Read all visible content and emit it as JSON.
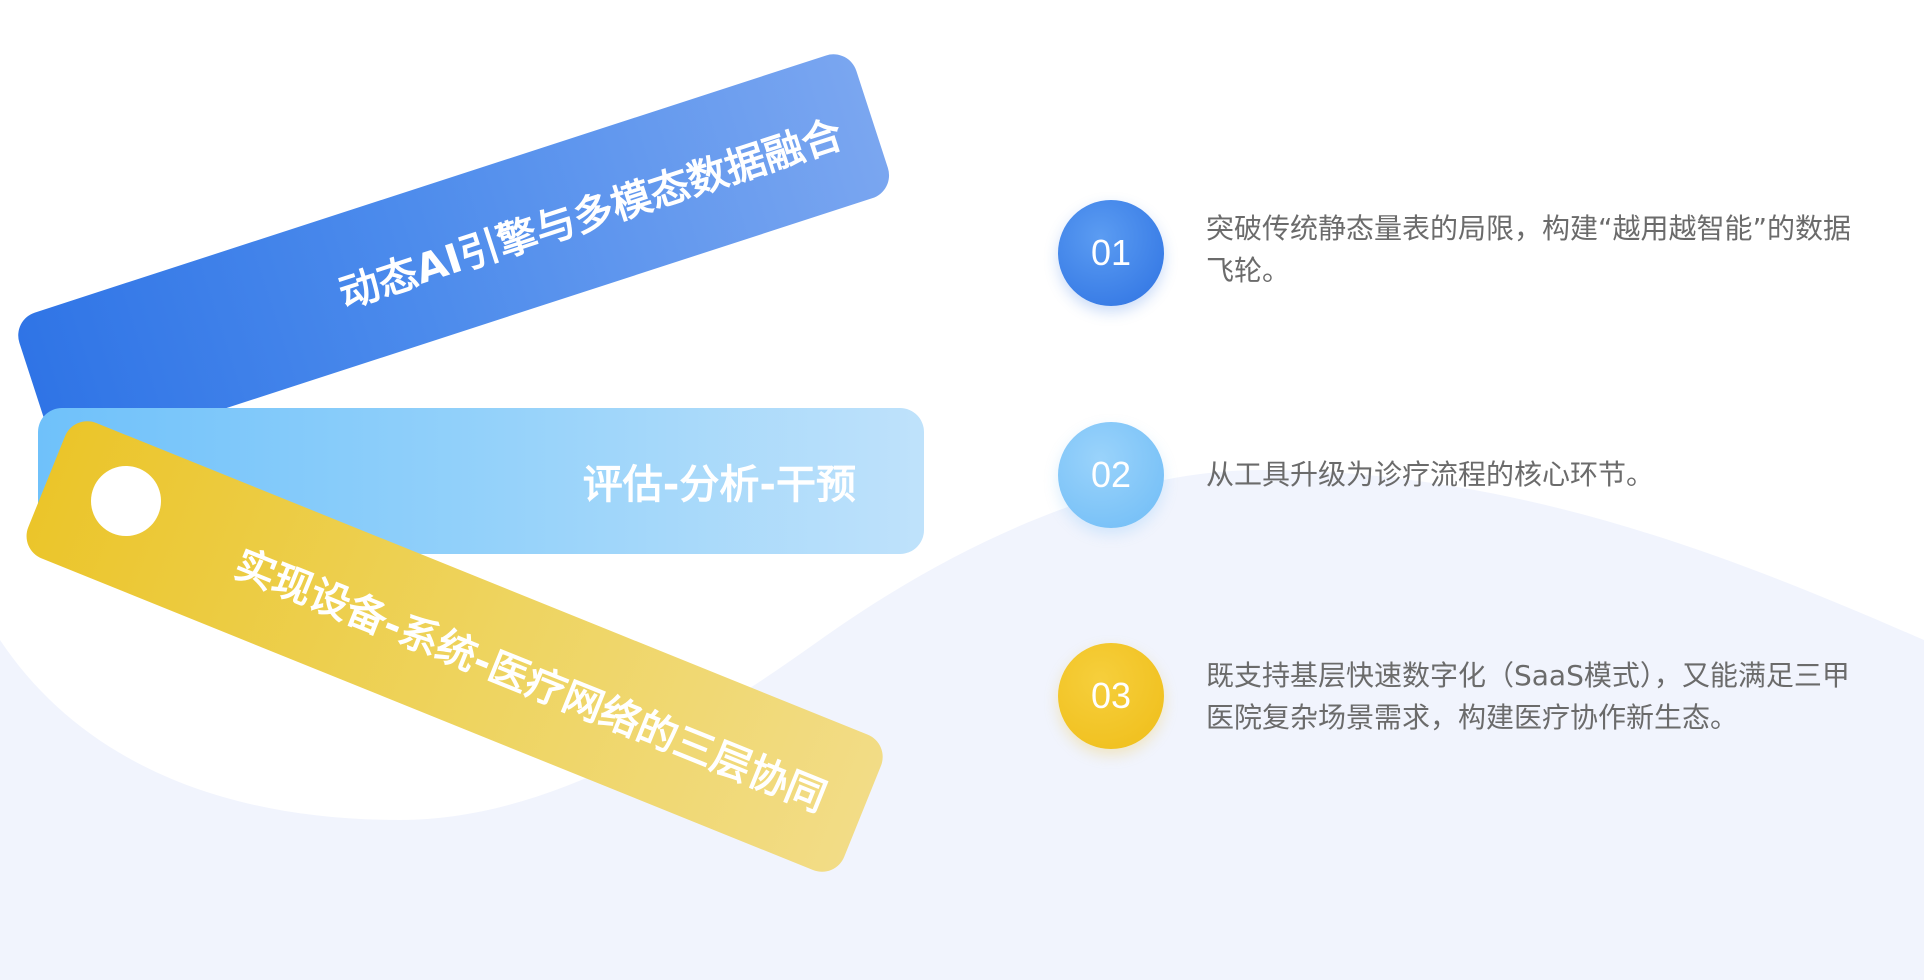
{
  "theme": {
    "accent_blue": "#2f74e6",
    "accent_light_blue": "#6fbcf6",
    "accent_yellow": "#efbd18",
    "wave_color": "#f1f4fd",
    "text_color": "#6b6b6b"
  },
  "cards": [
    {
      "label": "动态AI引擎与多模态数据融合"
    },
    {
      "label": "评估-分析-干预"
    },
    {
      "label": "实现设备-系统-医疗网络的三层协同"
    }
  ],
  "points": [
    {
      "number": "01",
      "text": "突破传统静态量表的局限，构建“越用越智能”的数据飞轮。"
    },
    {
      "number": "02",
      "text": "从工具升级为诊疗流程的核心环节。"
    },
    {
      "number": "03",
      "text": "既支持基层快速数字化（SaaS模式），又能满足三甲医院复杂场景需求，构建医疗协作新生态。"
    }
  ]
}
